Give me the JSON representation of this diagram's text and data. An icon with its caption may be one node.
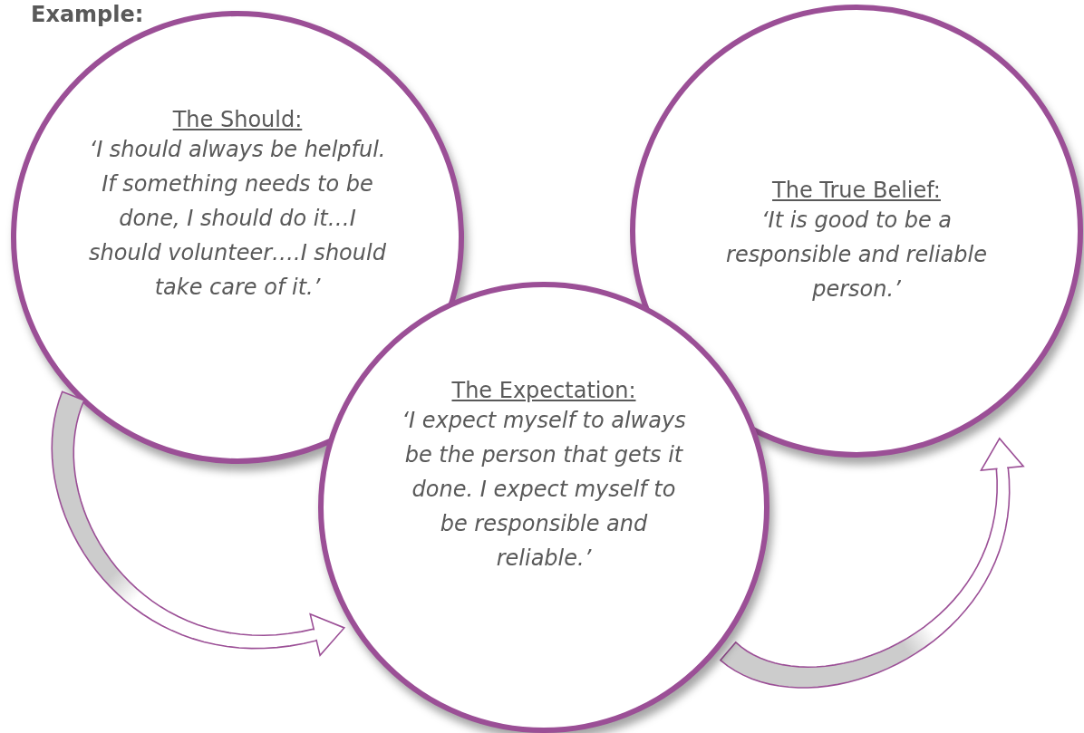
{
  "diagram": {
    "nodes": [
      {
        "text": [
          "The Should:",
          "‘I should always be helpful. If something needs to be done, I should do it…I should volunteer….I should take care of it.’"
        ]
      },
      {
        "text": [
          "The True Belief:",
          "‘It is good to be a responsible and reliable person.’"
        ]
      },
      {
        "text": [
          "The Expectation:",
          "‘I expect myself to always be the person that gets it done. I expect myself to be responsible and reliable.’"
        ]
      }
    ],
    "edges": [
      {
        "from": 0,
        "to": 2,
        "arrow": "to"
      },
      {
        "from": 2,
        "to": 1,
        "arrow": "to"
      }
    ],
    "labels": [
      "Example:"
    ]
  }
}
